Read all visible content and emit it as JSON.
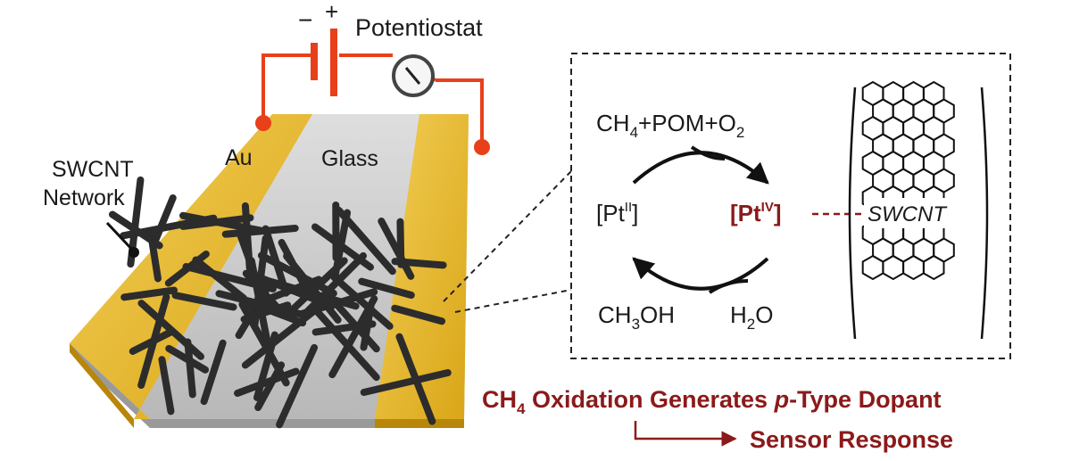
{
  "device": {
    "potentiostat_label": "Potentiostat",
    "minus_sign": "−",
    "plus_sign": "+",
    "electrode_label": "Au",
    "substrate_label": "Glass",
    "network_label_line1": "SWCNT",
    "network_label_line2": "Network"
  },
  "scheme": {
    "reactants": {
      "a": "CH",
      "a_sub": "4",
      "b": "+POM+O",
      "b_sub": "2"
    },
    "pt2": {
      "open": "[Pt",
      "sup": "II",
      "close": "]"
    },
    "pt4": {
      "open": "[Pt",
      "sup": "IV",
      "close": "]"
    },
    "methanol": {
      "a": "CH",
      "a_sub": "3",
      "b": "OH"
    },
    "water": {
      "a": "H",
      "a_sub": "2",
      "b": "O"
    },
    "nanotube_label": "SWCNT"
  },
  "caption": {
    "line1": {
      "a": "CH",
      "a_sub": "4",
      "b": " Oxidation Generates ",
      "italic": "p",
      "c": "-Type Dopant"
    },
    "line2": "Sensor Response"
  },
  "colors": {
    "gold": "#e6b422",
    "wire": "#e8401a",
    "accent": "#8b1a1a",
    "tube": "#2c2c2c",
    "glass": "#cfcfcf"
  }
}
